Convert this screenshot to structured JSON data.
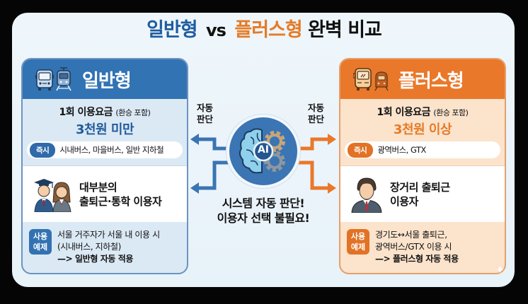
{
  "title": {
    "part1": "일반형",
    "vs": "vs",
    "part2": "플러스형",
    "part3": "완벽 비교"
  },
  "colors": {
    "blue": "#3273b4",
    "orange": "#e9782a",
    "background": "#eef6fb"
  },
  "left_panel": {
    "icons": [
      "bus-icon",
      "subway-train-icon"
    ],
    "name": "일반형",
    "fare_label": "1회 이용요금",
    "fare_note": "(환승 포함)",
    "fare_value": "3천원 미만",
    "tag": "즉시",
    "tag_text": "시내버스, 마을버스, 일반 지하철",
    "users_icon": "students-icon",
    "users_line1": "대부분의",
    "users_line2": "출퇴근·통학 이용자",
    "example_badge_line1": "사용",
    "example_badge_line2": "예제",
    "example_line1": "서울 거주자가 서울 내 이용 시",
    "example_line2": "(시내버스, 지하철)",
    "example_line3": "—> 일반형 자동 적용"
  },
  "right_panel": {
    "icons": [
      "coach-bus-icon",
      "train-icon"
    ],
    "name": "플러스형",
    "fare_label": "1회 이용요금",
    "fare_note": "(환승 포함)",
    "fare_value": "3천원 이상",
    "tag": "즉시",
    "tag_text": "광역버스, GTX",
    "users_icon": "businessman-icon",
    "users_line1": "장거리 출퇴근",
    "users_line2": "이용자",
    "example_badge_line1": "사용",
    "example_badge_line2": "예제",
    "example_line1": "경기도↔서울 출퇴근,",
    "example_line2": "광역버스/GTX 이용 시",
    "example_line3": "—> 플러스형 자동 적용"
  },
  "center": {
    "auto_left_line1": "자동",
    "auto_left_line2": "판단",
    "auto_right_line1": "자동",
    "auto_right_line2": "판단",
    "ai_label": "AI",
    "message_line1": "시스템 자동 판단!",
    "message_line2": "이용자 선택 불필요!"
  }
}
